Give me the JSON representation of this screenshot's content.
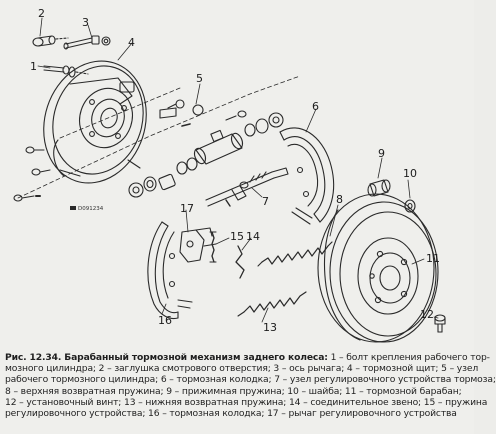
{
  "figure": {
    "labels": {
      "l1": "1",
      "l2": "2",
      "l3": "3",
      "l4": "4",
      "l5": "5",
      "l6": "6",
      "l7": "7",
      "l8": "8",
      "l9": "9",
      "l10": "10",
      "l11": "11",
      "l12": "12",
      "l13": "13",
      "l14": "14",
      "l15": "15",
      "l16": "16",
      "l17": "17"
    },
    "code": "D091234"
  },
  "caption": {
    "title": "Рис. 12.34. Барабанный тормозной механизм заднего колеса:",
    "line1_rest": " 1 – болт крепления рабочего тор-",
    "line2": "мозного цилиндра; 2 – заглушка смотрового отверстия; 3 – ось рычага; 4 – тормозной щит; 5 – узел",
    "line3": "рабочего тормозного цилиндра; 6 – тормозная колодка; 7 – узел регулировочного устройства тормоза;",
    "line4": "8 – верхняя возвратная пружина; 9 – прижимная пружина; 10 – шайба; 11 – тормозной барабан;",
    "line5": "12 – установочный винт; 13 – нижняя возвратная пружина; 14 – соединительное звено; 15 – пружина",
    "line6": "регулировочного устройства; 16 – тормозная колодка; 17 – рычаг регулировочного устройства"
  }
}
